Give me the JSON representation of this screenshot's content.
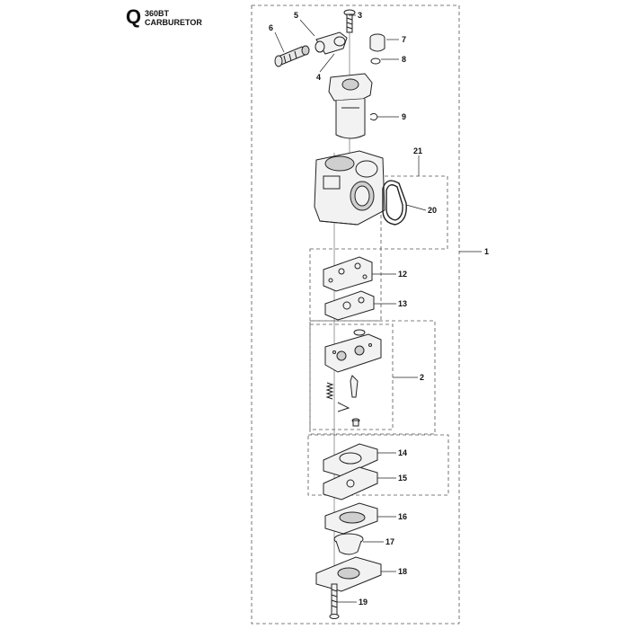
{
  "header": {
    "section_letter": "Q",
    "model": "360BT",
    "title": "CARBURETOR"
  },
  "callouts": [
    "1",
    "2",
    "3",
    "4",
    "5",
    "6",
    "7",
    "8",
    "9",
    "12",
    "13",
    "14",
    "15",
    "16",
    "17",
    "18",
    "19",
    "20",
    "21"
  ],
  "colors": {
    "line": "#222222",
    "dash": "#555555",
    "part_fill": "#f2f2f2",
    "part_shade": "#cfcfcf"
  }
}
